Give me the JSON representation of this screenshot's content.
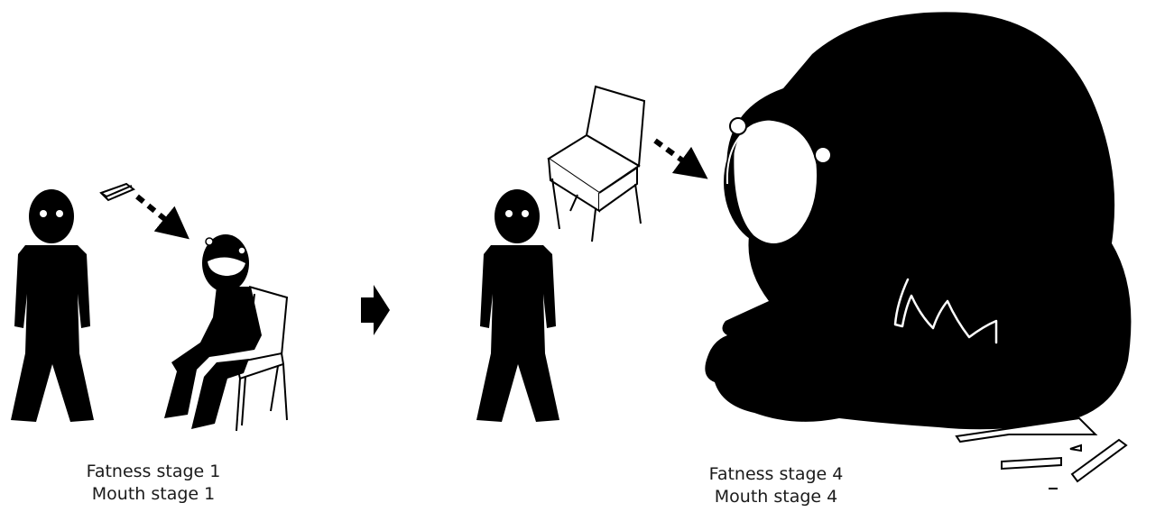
{
  "left_panel": {
    "caption_line1": "Fatness stage 1",
    "caption_line2": "Mouth stage 1"
  },
  "right_panel": {
    "caption_line1": "Fatness stage 4",
    "caption_line2": "Mouth stage 4"
  },
  "colors": {
    "silhouette": "#000000",
    "background": "#ffffff"
  }
}
